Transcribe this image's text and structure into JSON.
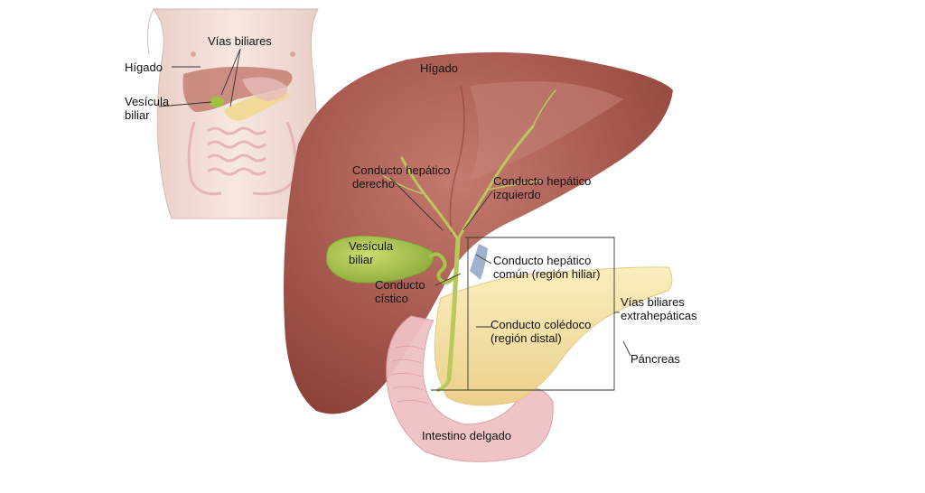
{
  "colors": {
    "liver": "#a5564c",
    "liver_light": "#c98a82",
    "gallbladder": "#9fc043",
    "bile_duct": "#b7c95a",
    "pancreas": "#f3dfa4",
    "intestine": "#efc1c4",
    "skin": "#f6e4dc",
    "leader_line": "#333333"
  },
  "inset": {
    "labels": {
      "higado": "Hígado",
      "vias_biliares": "Vías biliares",
      "vesicula_biliar": [
        "Vesícula",
        "biliar"
      ]
    }
  },
  "main": {
    "labels": {
      "higado": "Hígado",
      "conducto_hepatico_derecho": [
        "Conducto hepático",
        "derecho"
      ],
      "conducto_hepatico_izquierdo": [
        "Conducto hepático",
        "izquierdo"
      ],
      "vesicula_biliar": [
        "Vesícula",
        "biliar"
      ],
      "conducto_cistico": [
        "Conducto",
        "cístico"
      ],
      "conducto_hepatico_comun": [
        "Conducto hepático",
        "común (región hiliar)"
      ],
      "conducto_coledoco": [
        "Conducto colédoco",
        "(región distal)"
      ],
      "vias_biliares_extrahepaticas": [
        "Vías biliares",
        "extrahepáticas"
      ],
      "pancreas": "Páncreas",
      "intestino_delgado": "Intestino delgado"
    }
  }
}
